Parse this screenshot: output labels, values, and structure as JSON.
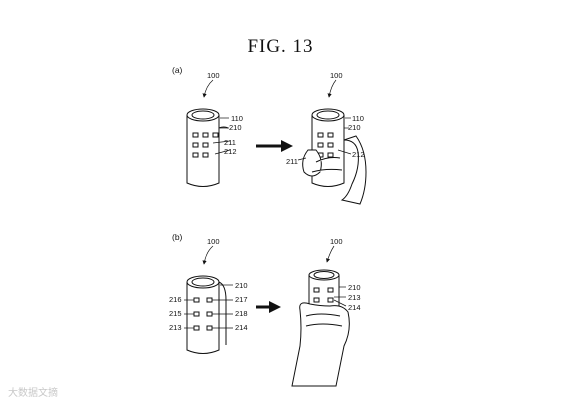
{
  "figure": {
    "title": "FIG. 13",
    "part_a": "(a)",
    "part_b": "(b)"
  },
  "labels": {
    "a_left_ref": "100",
    "a_left_110": "110",
    "a_left_210": "210",
    "a_left_211": "211",
    "a_left_212": "212",
    "a_right_ref": "100",
    "a_right_110": "110",
    "a_right_210": "210",
    "a_right_211": "211",
    "a_right_212": "212",
    "b_left_ref": "100",
    "b_left_210": "210",
    "b_left_216": "216",
    "b_left_217": "217",
    "b_left_215": "215",
    "b_left_218": "218",
    "b_left_213": "213",
    "b_left_214": "214",
    "b_right_ref": "100",
    "b_right_210": "210",
    "b_right_213": "213",
    "b_right_214": "214"
  },
  "watermark": "大数据文摘"
}
